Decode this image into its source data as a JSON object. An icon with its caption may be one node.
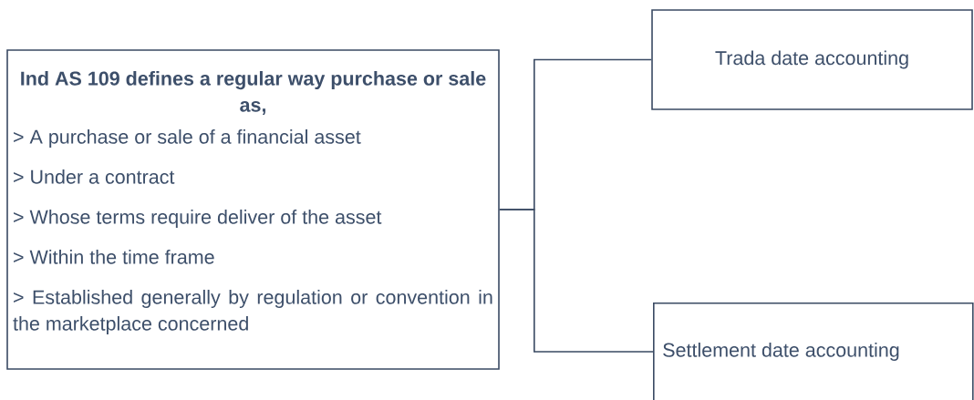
{
  "diagram": {
    "nodes": [
      {
        "text": [
          "Ind AS 109 defines a regular way purchase or sale as,",
          "> A purchase or sale of a financial asset",
          "> Under a contract",
          "> Whose terms require deliver of the asset",
          "> Within the time frame",
          "> Established generally by regulation or convention in the marketplace concerned"
        ]
      },
      {
        "text": [
          "Trada date accounting"
        ]
      },
      {
        "text": [
          "Settlement date accounting"
        ]
      }
    ],
    "edges": [
      {
        "from": 0,
        "to": 1,
        "arrow": "none"
      },
      {
        "from": 0,
        "to": 2,
        "arrow": "none"
      }
    ]
  }
}
